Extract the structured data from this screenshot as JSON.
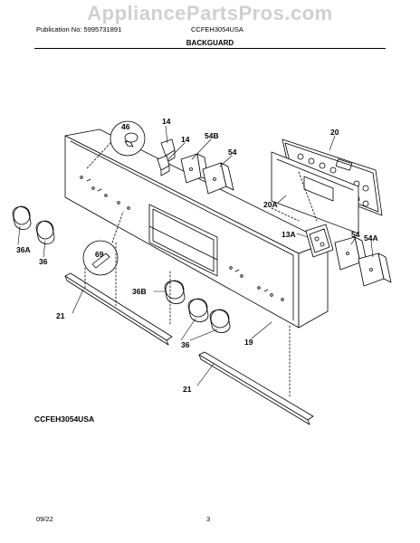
{
  "header": {
    "watermark": "AppliancePartsPros.com",
    "publication": "Publication No: 5995731891",
    "model": "CCFEH3054USA",
    "section_title": "BACKGUARD"
  },
  "diagram": {
    "part_labels": [
      "46",
      "14",
      "14",
      "54B",
      "54",
      "20",
      "20A",
      "13A",
      "54",
      "54A",
      "36A",
      "36",
      "69",
      "36B",
      "36",
      "19",
      "21",
      "21"
    ]
  },
  "footer": {
    "diagram_code": "CCFEH3054USA",
    "date": "09/22",
    "page_number": "3"
  }
}
